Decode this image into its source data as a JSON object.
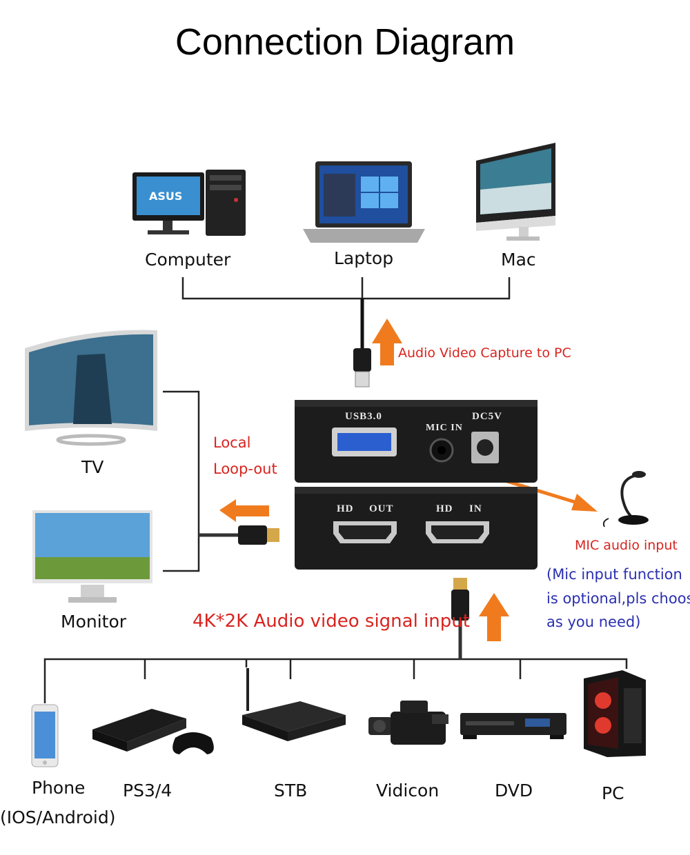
{
  "title": "Connection Diagram",
  "top_devices": [
    {
      "label": "Computer",
      "icon": "desktop-computer-icon"
    },
    {
      "label": "Laptop",
      "icon": "laptop-icon"
    },
    {
      "label": "Mac",
      "icon": "imac-icon"
    }
  ],
  "left_devices": [
    {
      "label": "TV",
      "icon": "tv-icon"
    },
    {
      "label": "Monitor",
      "icon": "monitor-icon"
    }
  ],
  "bottom_devices": [
    {
      "label": "Phone",
      "sublabel": "(IOS/Android)",
      "icon": "phone-icon"
    },
    {
      "label": "PS3/4",
      "icon": "game-console-icon"
    },
    {
      "label": "STB",
      "icon": "set-top-box-icon"
    },
    {
      "label": "Vidicon",
      "icon": "camcorder-icon"
    },
    {
      "label": "DVD",
      "icon": "dvd-player-icon"
    },
    {
      "label": "PC",
      "icon": "gaming-pc-icon"
    }
  ],
  "annotations": {
    "capture": "Audio Video Capture to PC",
    "loop_line1": "Local",
    "loop_line2": "Loop-out",
    "signal_input": "4K*2K Audio video signal input",
    "mic_input": "MIC audio input",
    "mic_note_line1": "(Mic input function",
    "mic_note_line2": "is optional,pls choose",
    "mic_note_line3": "as you need)"
  },
  "device_ports": {
    "usb": "USB3.0",
    "mic": "MIC IN",
    "dc": "DC5V",
    "hd_out_1": "HD",
    "hd_out_2": "OUT",
    "hd_in_1": "HD",
    "hd_in_2": "IN"
  },
  "colors": {
    "arrow": "#f07b1e",
    "red_text": "#d8241f",
    "blue_text": "#2a2fb0",
    "line": "#222222"
  }
}
